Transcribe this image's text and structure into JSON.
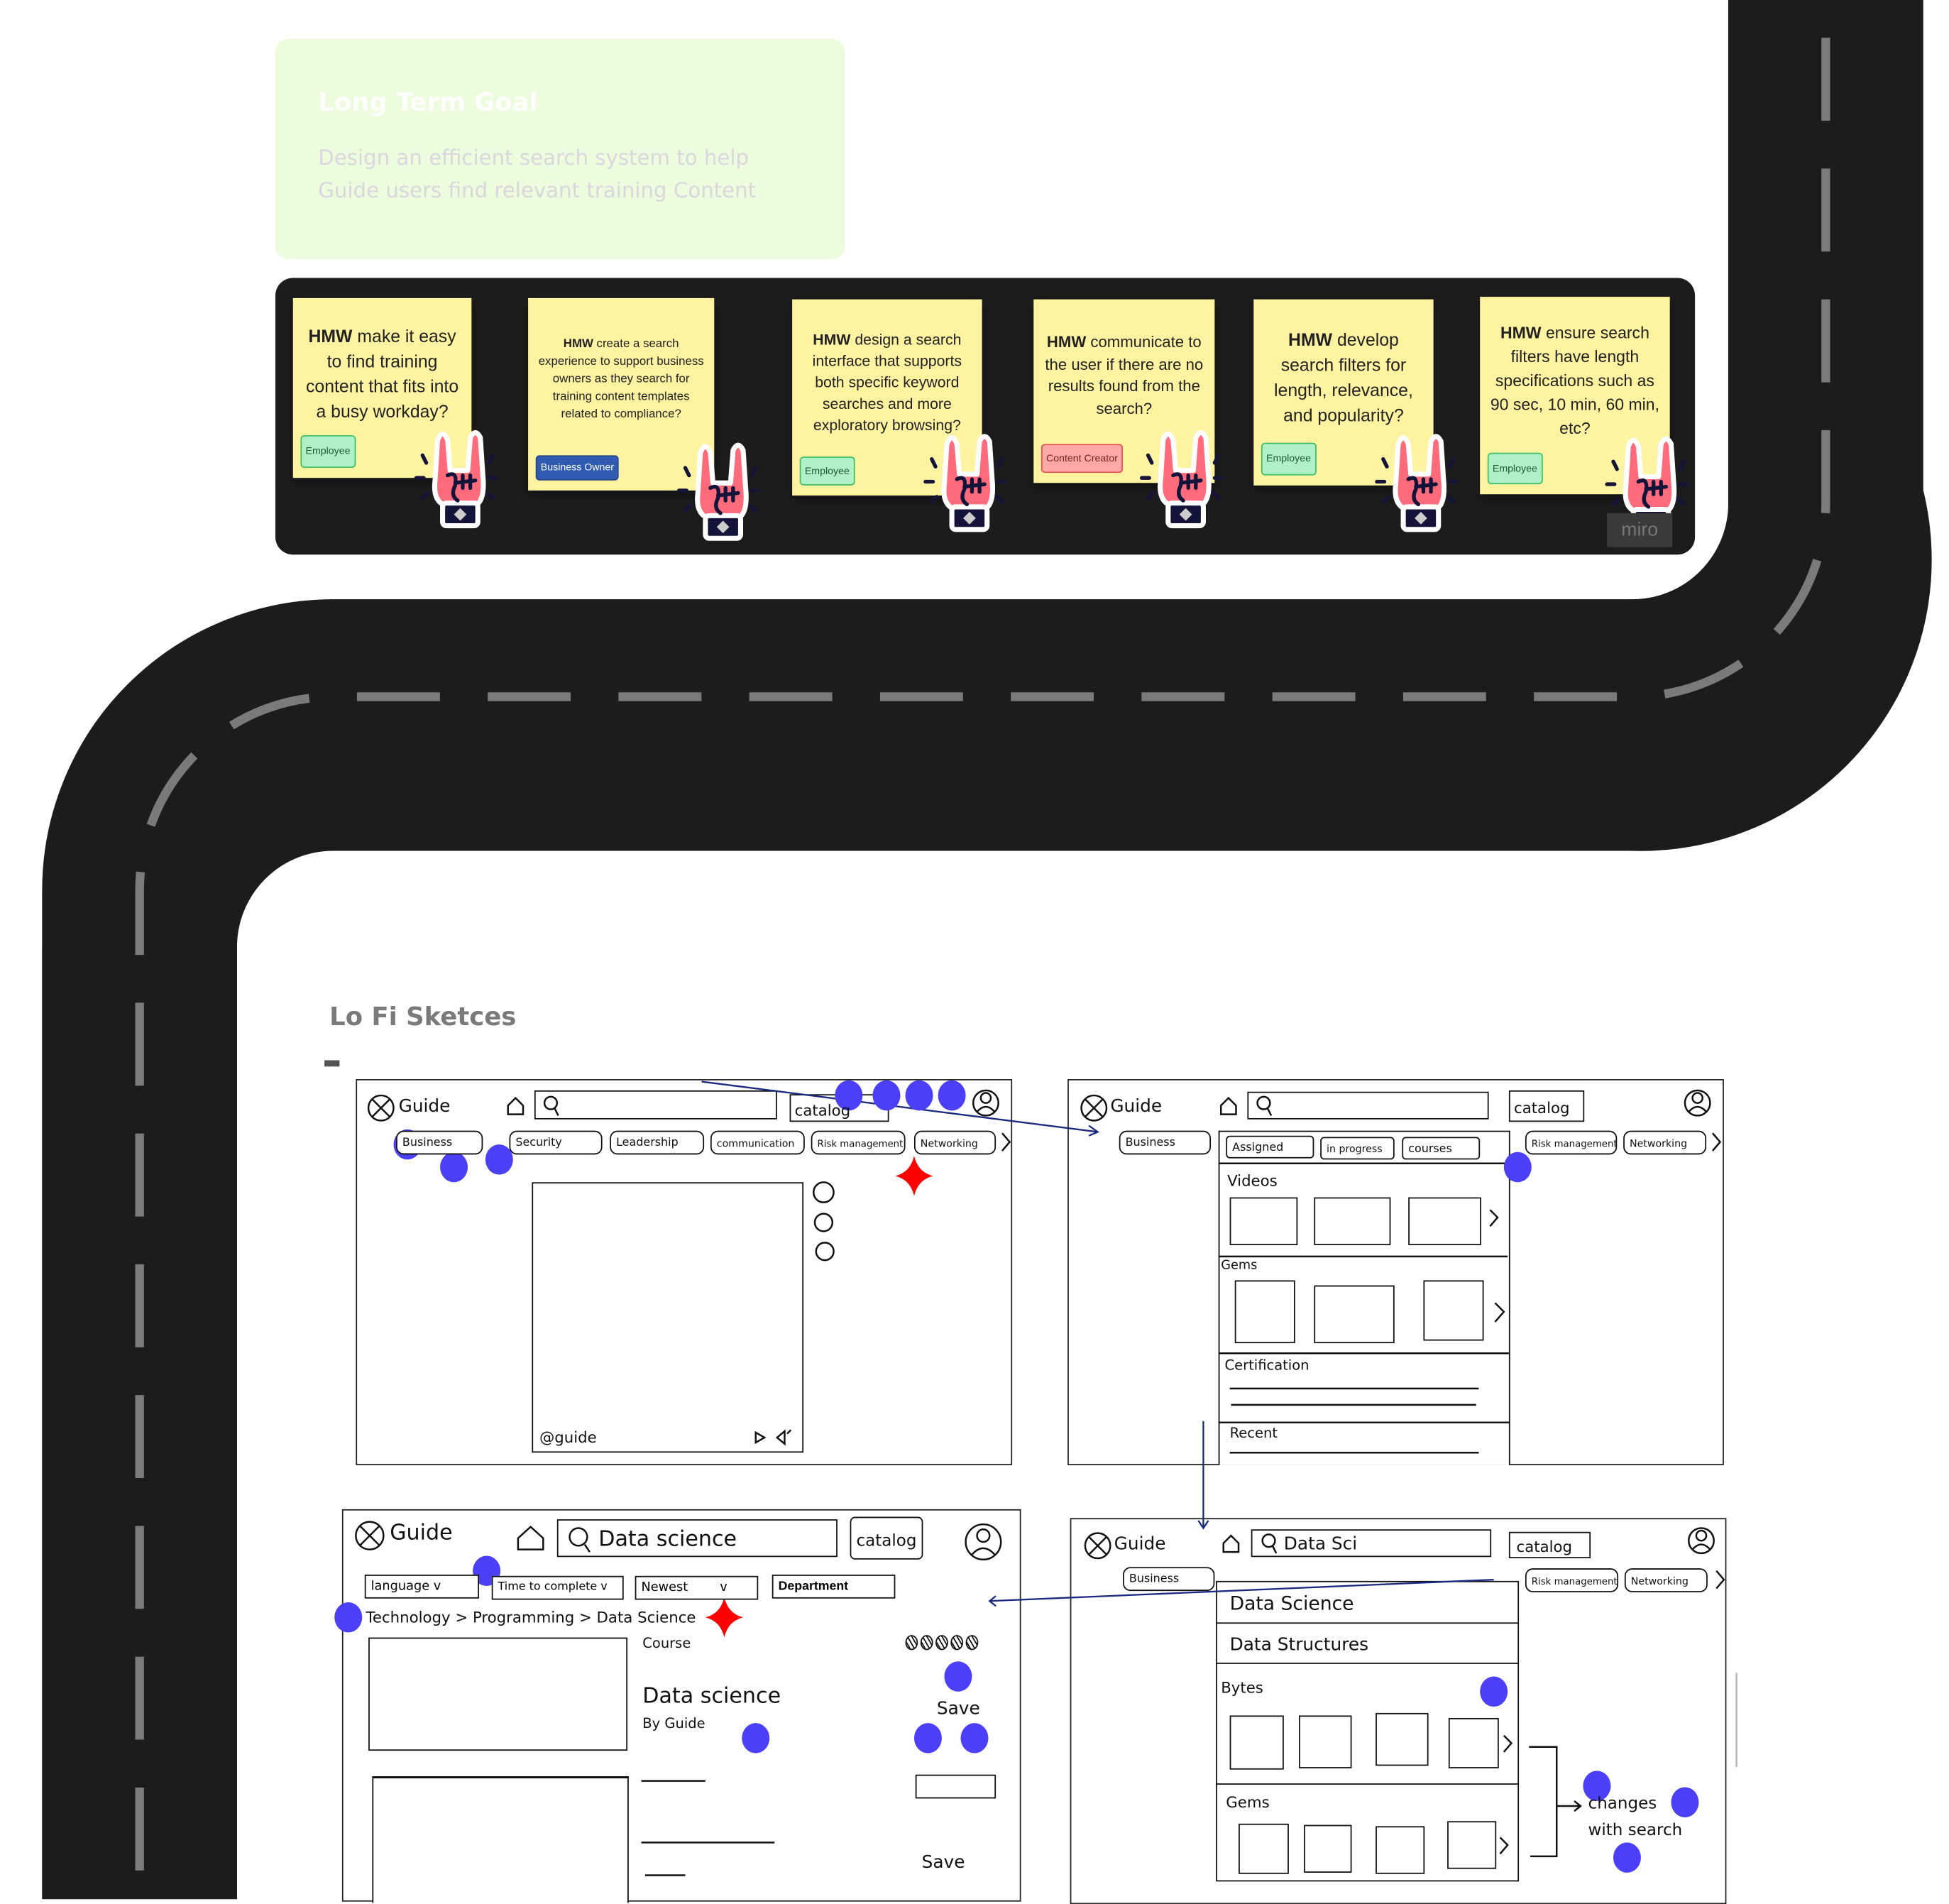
{
  "goal": {
    "title": "Long Term Goal",
    "body_line1": "Design an efficient search system to help",
    "body_line2": "Guide users find relevant training Content"
  },
  "hmw_notes": [
    {
      "bold": "HMW",
      "text": " make it easy to find training content that fits into a busy workday?",
      "tag": "Employee",
      "tag_color": "green"
    },
    {
      "bold": "HMW",
      "text": " create a search experience to support business owners as they search for training content templates related to compliance?",
      "tag": "Business Owner",
      "tag_color": "blue"
    },
    {
      "bold": "HMW",
      "text": " design a search interface that supports both specific keyword searches and more exploratory browsing?",
      "tag": "Employee",
      "tag_color": "green"
    },
    {
      "bold": "HMW",
      "text": " communicate to the user if there are no results found from the search?",
      "tag": "Content Creator",
      "tag_color": "red"
    },
    {
      "bold": "HMW",
      "text": " develop search filters for length, relevance, and popularity?",
      "tag": "Employee",
      "tag_color": "green"
    },
    {
      "bold": "HMW",
      "text": " ensure search filters have length specifications such as 90 sec, 10 min, 60 min, etc?",
      "tag": "Employee",
      "tag_color": "green"
    }
  ],
  "watermark": "miro",
  "sketches_heading": "Lo Fi Sketces",
  "sketch_home": {
    "brand": "Guide",
    "search_value": "",
    "catalog": "catalog",
    "chips": [
      "Business",
      "Security",
      "Leadership",
      "communication",
      "Risk management",
      "Networking"
    ],
    "video_handle": "@guide"
  },
  "sketch_dropdown": {
    "brand": "Guide",
    "search_value": "",
    "catalog": "catalog",
    "chip_left": "Business",
    "tabs": [
      "Assigned",
      "in progress",
      "courses"
    ],
    "sections": [
      "Videos",
      "Gems",
      "Certification",
      "Recent"
    ],
    "chips_right": [
      "Risk management",
      "Networking"
    ]
  },
  "sketch_results": {
    "brand": "Guide",
    "search_value": "Data science",
    "catalog": "catalog",
    "filters": [
      "language  v",
      "Time to complete v",
      "Newest        v",
      "Department"
    ],
    "breadcrumb": "Technology > Programming > Data Science",
    "type_label": "Course",
    "course_title": "Data science",
    "course_author": "By Guide",
    "save_label": "Save",
    "save_label_2": "Save",
    "rating": 5
  },
  "sketch_typeahead": {
    "brand": "Guide",
    "search_value": "Data Sci",
    "catalog": "catalog",
    "chip_left": "Business",
    "suggestions": [
      "Data Science",
      "Data Structures"
    ],
    "sections": [
      "Bytes",
      "Gems"
    ],
    "chips_right": [
      "Risk management",
      "Networking"
    ],
    "note_line1": "changes",
    "note_line2": "with search"
  },
  "colors": {
    "road": "#1c1c1c",
    "lane": "#7a7a7a",
    "sticky": "#fdf3a0",
    "goal_bg": "#edfcdc",
    "dot": "#4b3ff7",
    "star": "#ff0000",
    "arrow": "#1a2a80"
  }
}
